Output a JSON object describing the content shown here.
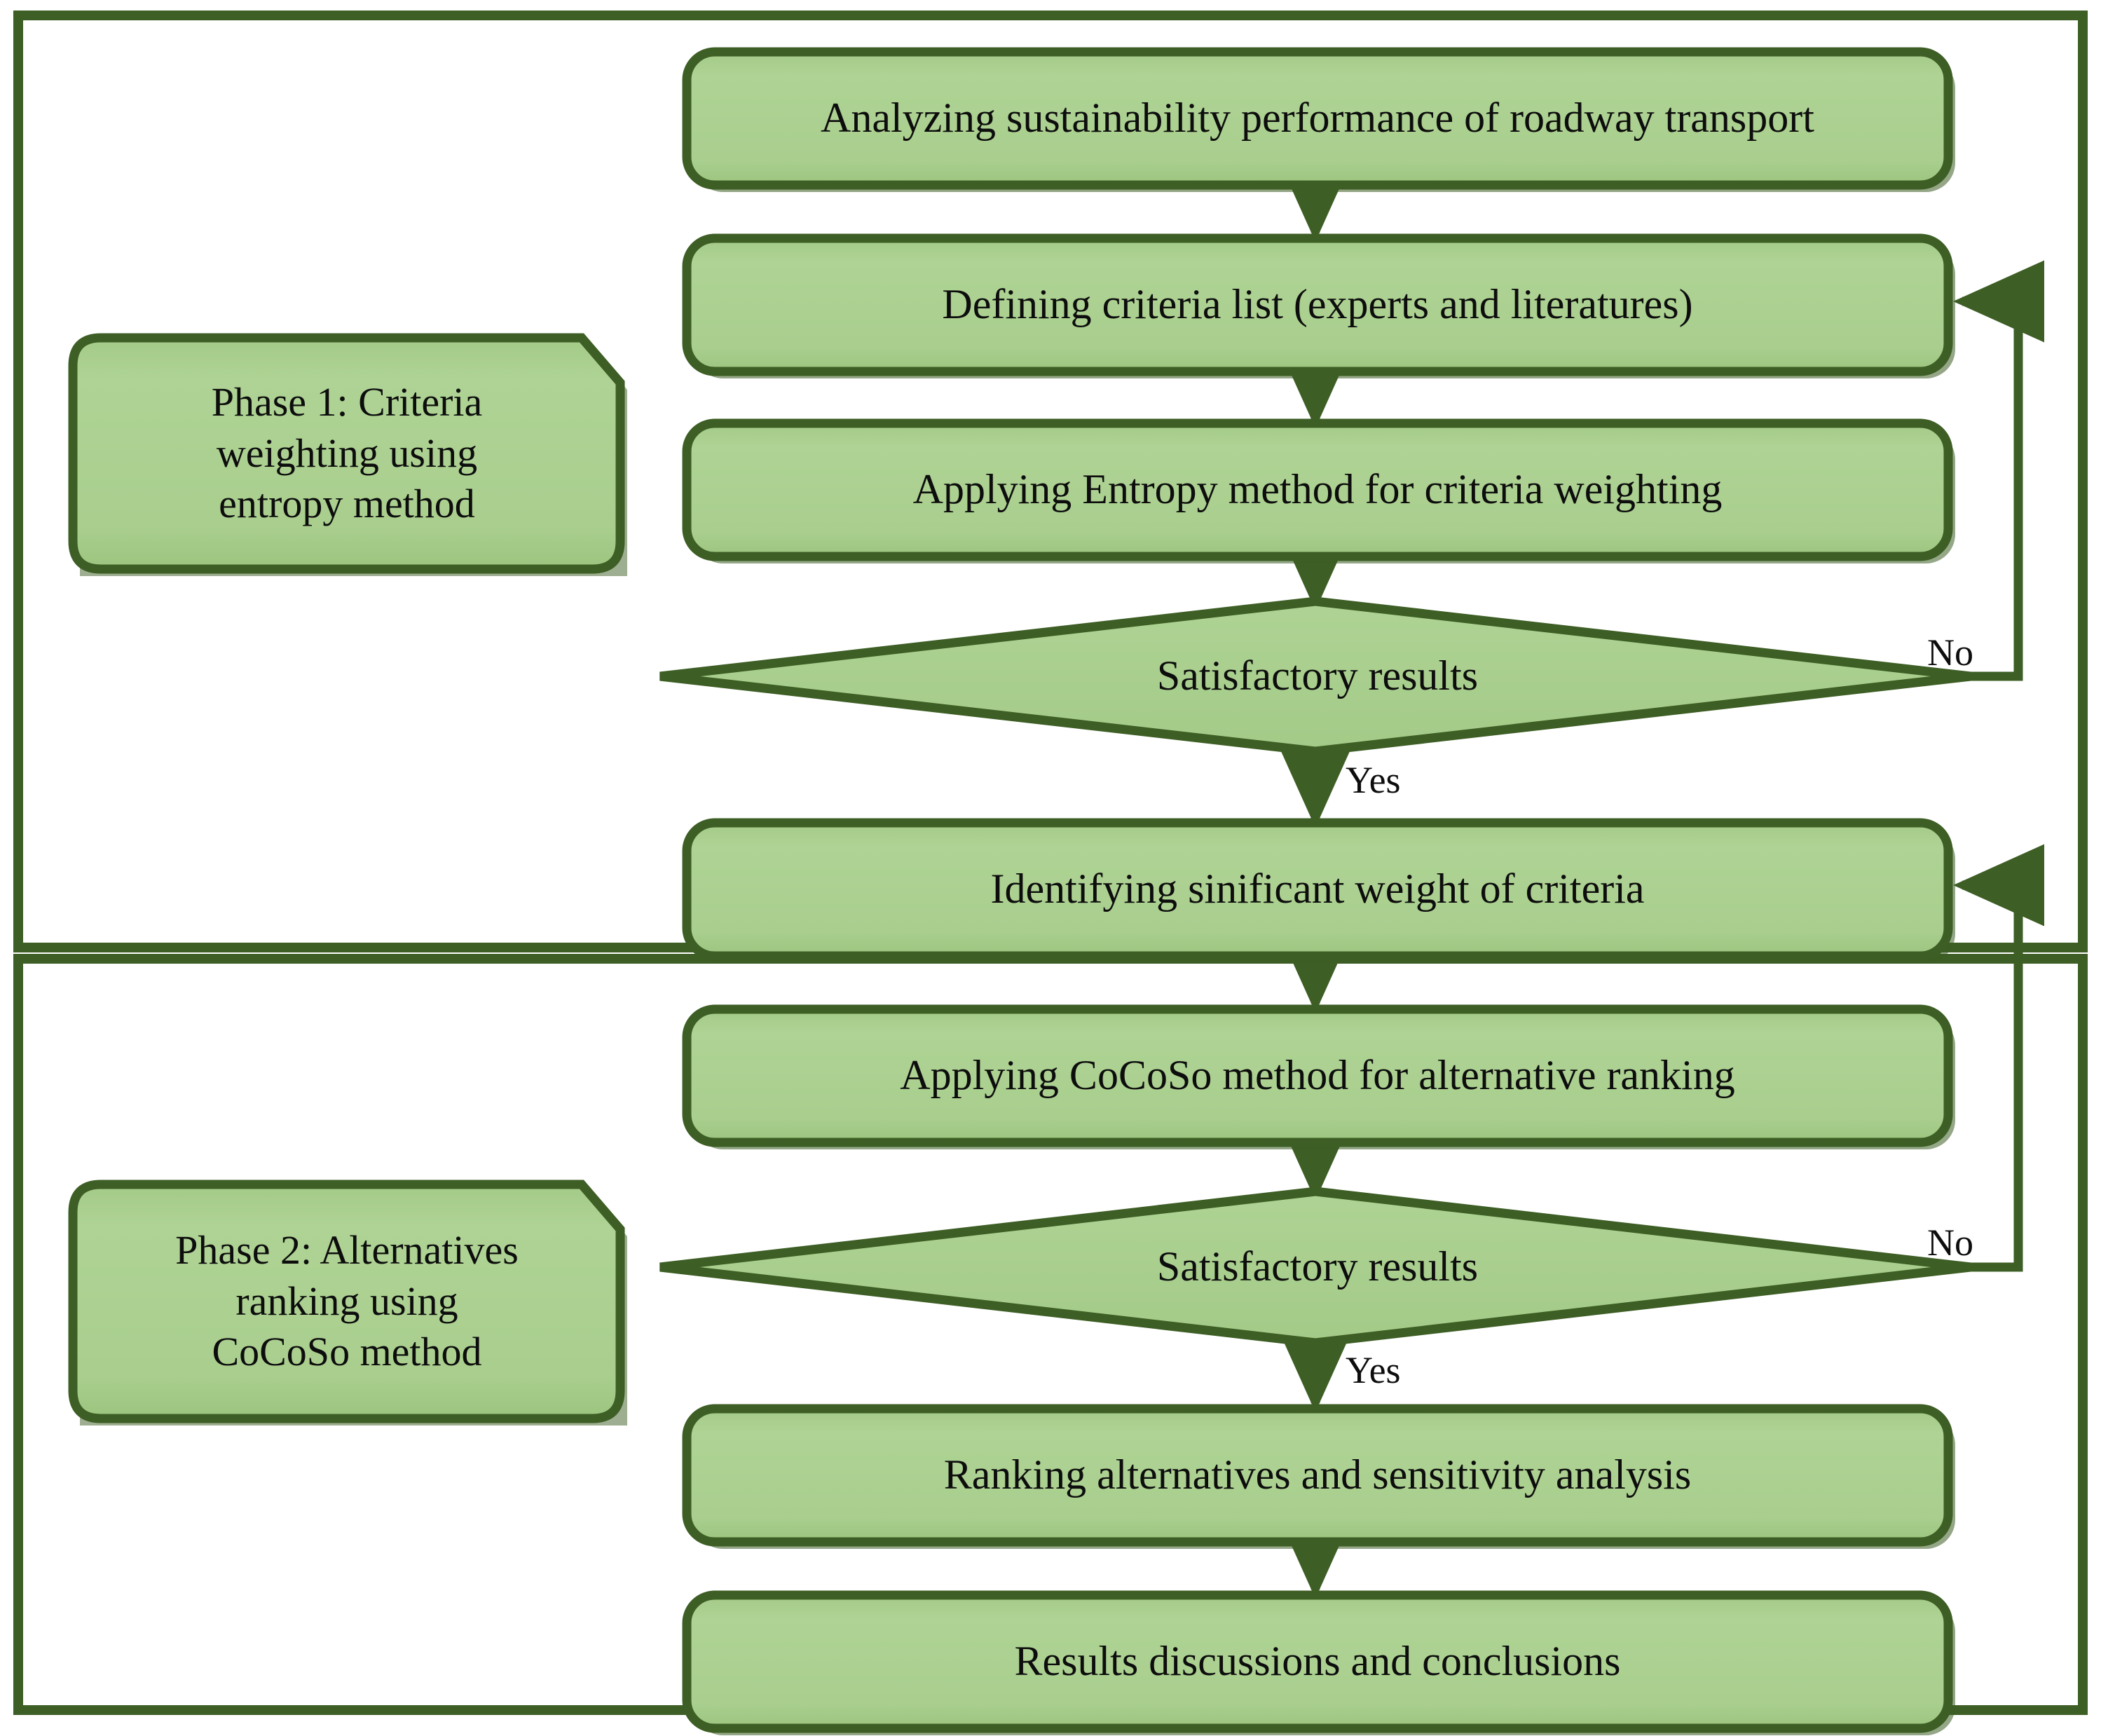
{
  "diagram": {
    "title": "Research methodology flowchart",
    "colors": {
      "node_fill": "#a9ce8e",
      "node_border": "#3d5e24",
      "node_shadow": "#3d5e24",
      "frame_border": "#3d5e24",
      "arrow": "#3d5e24",
      "text": "#0d0d0d",
      "background": "#ffffff"
    },
    "phases": [
      {
        "id": "phase-1",
        "label": "Phase 1: Criteria\nweighting using\nentropy method"
      },
      {
        "id": "phase-2",
        "label": "Phase 2: Alternatives\nranking using\nCoCoSo method"
      }
    ],
    "nodes": [
      {
        "id": "node-analyzing",
        "shape": "rounded-rect",
        "phase": "phase-1",
        "label": "Analyzing sustainability performance of roadway transport"
      },
      {
        "id": "node-defining",
        "shape": "rounded-rect",
        "phase": "phase-1",
        "label": "Defining criteria list (experts and literatures)"
      },
      {
        "id": "node-entropy",
        "shape": "rounded-rect",
        "phase": "phase-1",
        "label": "Applying Entropy method for criteria weighting"
      },
      {
        "id": "node-decision-1",
        "shape": "diamond",
        "phase": "phase-1",
        "label": "Satisfactory results"
      },
      {
        "id": "node-identifying",
        "shape": "rounded-rect",
        "phase": "phase-1",
        "label": "Identifying sinificant weight of criteria"
      },
      {
        "id": "node-cocoso",
        "shape": "rounded-rect",
        "phase": "phase-2",
        "label": "Applying CoCoSo method for alternative ranking"
      },
      {
        "id": "node-decision-2",
        "shape": "diamond",
        "phase": "phase-2",
        "label": "Satisfactory results"
      },
      {
        "id": "node-ranking",
        "shape": "rounded-rect",
        "phase": "phase-2",
        "label": "Ranking alternatives and sensitivity analysis"
      },
      {
        "id": "node-results",
        "shape": "rounded-rect",
        "phase": "phase-2",
        "label": "Results discussions and conclusions"
      }
    ],
    "edges": [
      {
        "id": "edge-analyzing-defining",
        "from": "node-analyzing",
        "to": "node-defining",
        "label": ""
      },
      {
        "id": "edge-defining-entropy",
        "from": "node-defining",
        "to": "node-entropy",
        "label": ""
      },
      {
        "id": "edge-entropy-decision1",
        "from": "node-entropy",
        "to": "node-decision-1",
        "label": ""
      },
      {
        "id": "edge-decision1-identifying",
        "from": "node-decision-1",
        "to": "node-identifying",
        "label": "Yes"
      },
      {
        "id": "edge-decision1-defining",
        "from": "node-decision-1",
        "to": "node-defining",
        "label": "No"
      },
      {
        "id": "edge-identifying-cocoso",
        "from": "node-identifying",
        "to": "node-cocoso",
        "label": ""
      },
      {
        "id": "edge-cocoso-decision2",
        "from": "node-cocoso",
        "to": "node-decision-2",
        "label": ""
      },
      {
        "id": "edge-decision2-ranking",
        "from": "node-decision-2",
        "to": "node-ranking",
        "label": "Yes"
      },
      {
        "id": "edge-decision2-identifying",
        "from": "node-decision-2",
        "to": "node-identifying",
        "label": "No"
      },
      {
        "id": "edge-ranking-results",
        "from": "node-ranking",
        "to": "node-results",
        "label": ""
      }
    ],
    "edge_labels": {
      "yes_1": "Yes",
      "no_1": "No",
      "yes_2": "Yes",
      "no_2": "No"
    }
  }
}
